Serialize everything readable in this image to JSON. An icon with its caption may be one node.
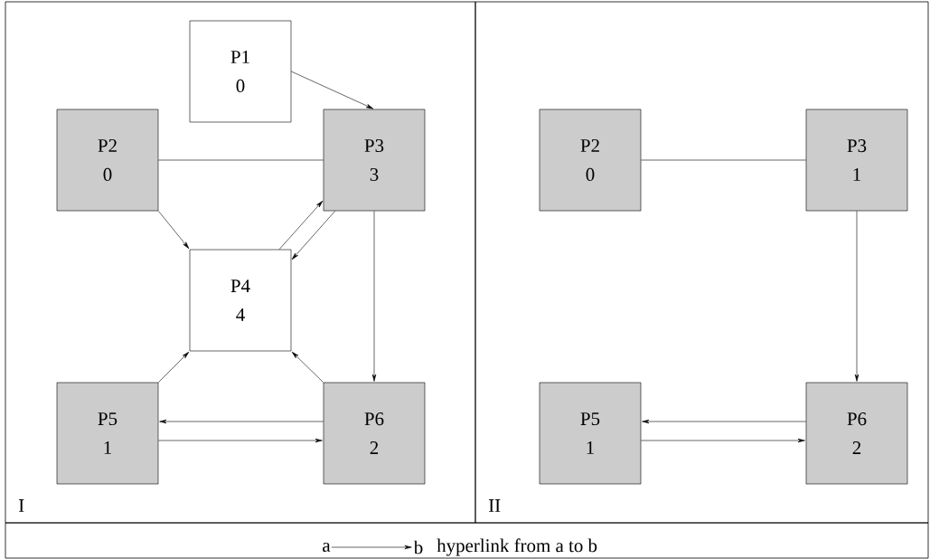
{
  "diagram": {
    "nodes": [
      {
        "text": [
          "I"
        ]
      },
      {
        "text": [
          "P1",
          "0"
        ],
        "in": 0
      },
      {
        "text": [
          "P2",
          "0"
        ],
        "in": 0
      },
      {
        "text": [
          "P3",
          "3"
        ],
        "in": 0
      },
      {
        "text": [
          "P4",
          "4"
        ],
        "in": 0
      },
      {
        "text": [
          "P5",
          "1"
        ],
        "in": 0
      },
      {
        "text": [
          "P6",
          "2"
        ],
        "in": 0
      },
      {
        "text": [
          "II"
        ]
      },
      {
        "text": [
          "P2",
          "0"
        ],
        "in": 7
      },
      {
        "text": [
          "P3",
          "1"
        ],
        "in": 7
      },
      {
        "text": [
          "P5",
          "1"
        ],
        "in": 7
      },
      {
        "text": [
          "P6",
          "2"
        ],
        "in": 7
      },
      {
        "text": [
          "a"
        ]
      },
      {
        "text": [
          "b"
        ]
      }
    ],
    "edges": [
      {
        "from": 1,
        "to": 3,
        "arrow": "to"
      },
      {
        "from": 2,
        "to": 3,
        "arrow": "none"
      },
      {
        "from": 2,
        "to": 4,
        "arrow": "to"
      },
      {
        "from": 4,
        "to": 3,
        "arrow": "to"
      },
      {
        "from": 3,
        "to": 4,
        "arrow": "to"
      },
      {
        "from": 3,
        "to": 6,
        "arrow": "to"
      },
      {
        "from": 5,
        "to": 4,
        "arrow": "to"
      },
      {
        "from": 6,
        "to": 4,
        "arrow": "to"
      },
      {
        "from": 6,
        "to": 5,
        "arrow": "to"
      },
      {
        "from": 5,
        "to": 6,
        "arrow": "to"
      },
      {
        "from": 8,
        "to": 9,
        "arrow": "none"
      },
      {
        "from": 9,
        "to": 11,
        "arrow": "to"
      },
      {
        "from": 11,
        "to": 10,
        "arrow": "to"
      },
      {
        "from": 10,
        "to": 11,
        "arrow": "to"
      },
      {
        "from": 12,
        "to": 13,
        "arrow": "to"
      }
    ],
    "labels": [
      "hyperlink from a to b"
    ]
  }
}
